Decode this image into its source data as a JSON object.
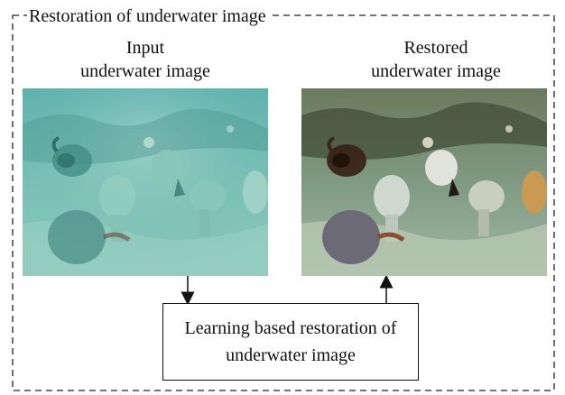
{
  "diagram": {
    "title": "Restoration of underwater image",
    "input_caption": {
      "line1": "Input",
      "line2": "underwater image"
    },
    "output_caption": {
      "line1": "Restored",
      "line2": "underwater image"
    },
    "method_box": {
      "line1": "Learning based restoration of",
      "line2": "underwater image"
    },
    "colors": {
      "frame": "#222222",
      "input_tint": "#6fb8b0",
      "output_tint": "#8fa87a"
    },
    "arrows": [
      {
        "from": "input-photo",
        "to": "method-box",
        "direction": "down"
      },
      {
        "from": "method-box",
        "to": "restored-photo",
        "direction": "up"
      }
    ]
  }
}
